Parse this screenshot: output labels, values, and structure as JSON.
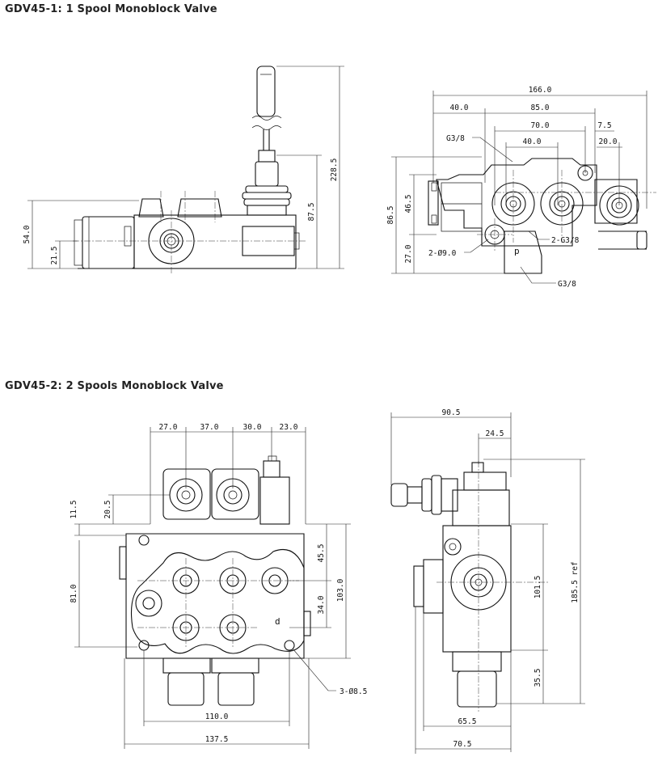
{
  "titles": {
    "spool1": "GDV45-1: 1 Spool Monoblock Valve",
    "spool2": "GDV45-2: 2 Spools Monoblock Valve"
  },
  "drawing1": {
    "side_dims": {
      "total_height": "228.5",
      "handle_height": "87.5",
      "body_height": "54.0",
      "axis_height": "21.5"
    },
    "front_dims": {
      "overall_width": "166.0",
      "left_offset": "40.0",
      "mid_width": "85.0",
      "port_span": "70.0",
      "inner_span": "40.0",
      "right_offset": "7.5",
      "right_port": "20.0",
      "overall_height": "86.5",
      "upper_height": "46.5",
      "lower_height": "27.0"
    },
    "callouts": {
      "port_top": "G3/8",
      "port_side": "2-G3/8",
      "mount_holes": "2-Ø9.0",
      "port_bottom": "G3/8"
    }
  },
  "drawing2": {
    "front_dims": {
      "span_a": "27.0",
      "span_b": "37.0",
      "span_c": "30.0",
      "span_d": "23.0",
      "small_offset": "11.5",
      "port_offset": "20.5",
      "left_height": "81.0",
      "upper_right": "45.5",
      "lower_right": "34.0",
      "overall_height": "103.0",
      "bolt_span": "110.0",
      "overall_width": "137.5"
    },
    "side_dims": {
      "overall_width": "90.5",
      "top_offset": "24.5",
      "body_height": "101.5",
      "overall_height": "185.5 ref",
      "lower_height": "35.5",
      "base_width": "65.5",
      "overall_base": "70.5"
    },
    "callouts": {
      "mount_holes": "3-Ø8.5"
    }
  }
}
